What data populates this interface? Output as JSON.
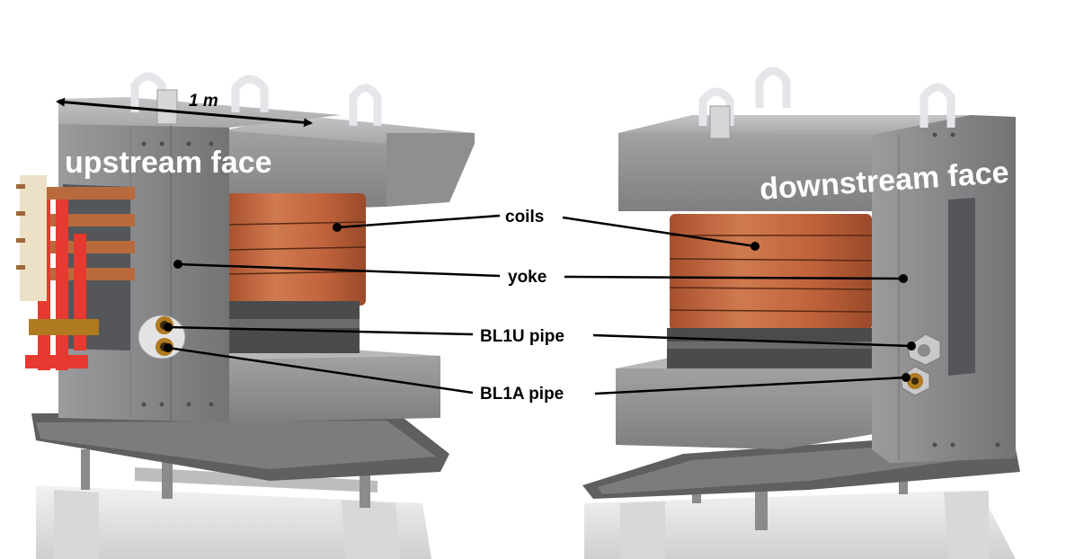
{
  "scale_label": "1 m",
  "upstream_label": "upstream face",
  "downstream_label": "downstream face",
  "callouts": {
    "coils": "coils",
    "yoke": "yoke",
    "bl1u": "BL1U pipe",
    "bl1a": "BL1A pipe"
  },
  "colors": {
    "steel": "#8c8d8f",
    "steel_dark": "#6e6f71",
    "steel_light": "#b3b4b6",
    "copper": "#c0633c",
    "copper_dark": "#9a4a2a",
    "busbar_red": "#e63a30",
    "busbar_copper": "#c47a48",
    "insulator": "#e8d8b8",
    "brass": "#b07a20",
    "base_white": "#e4e4e4"
  }
}
